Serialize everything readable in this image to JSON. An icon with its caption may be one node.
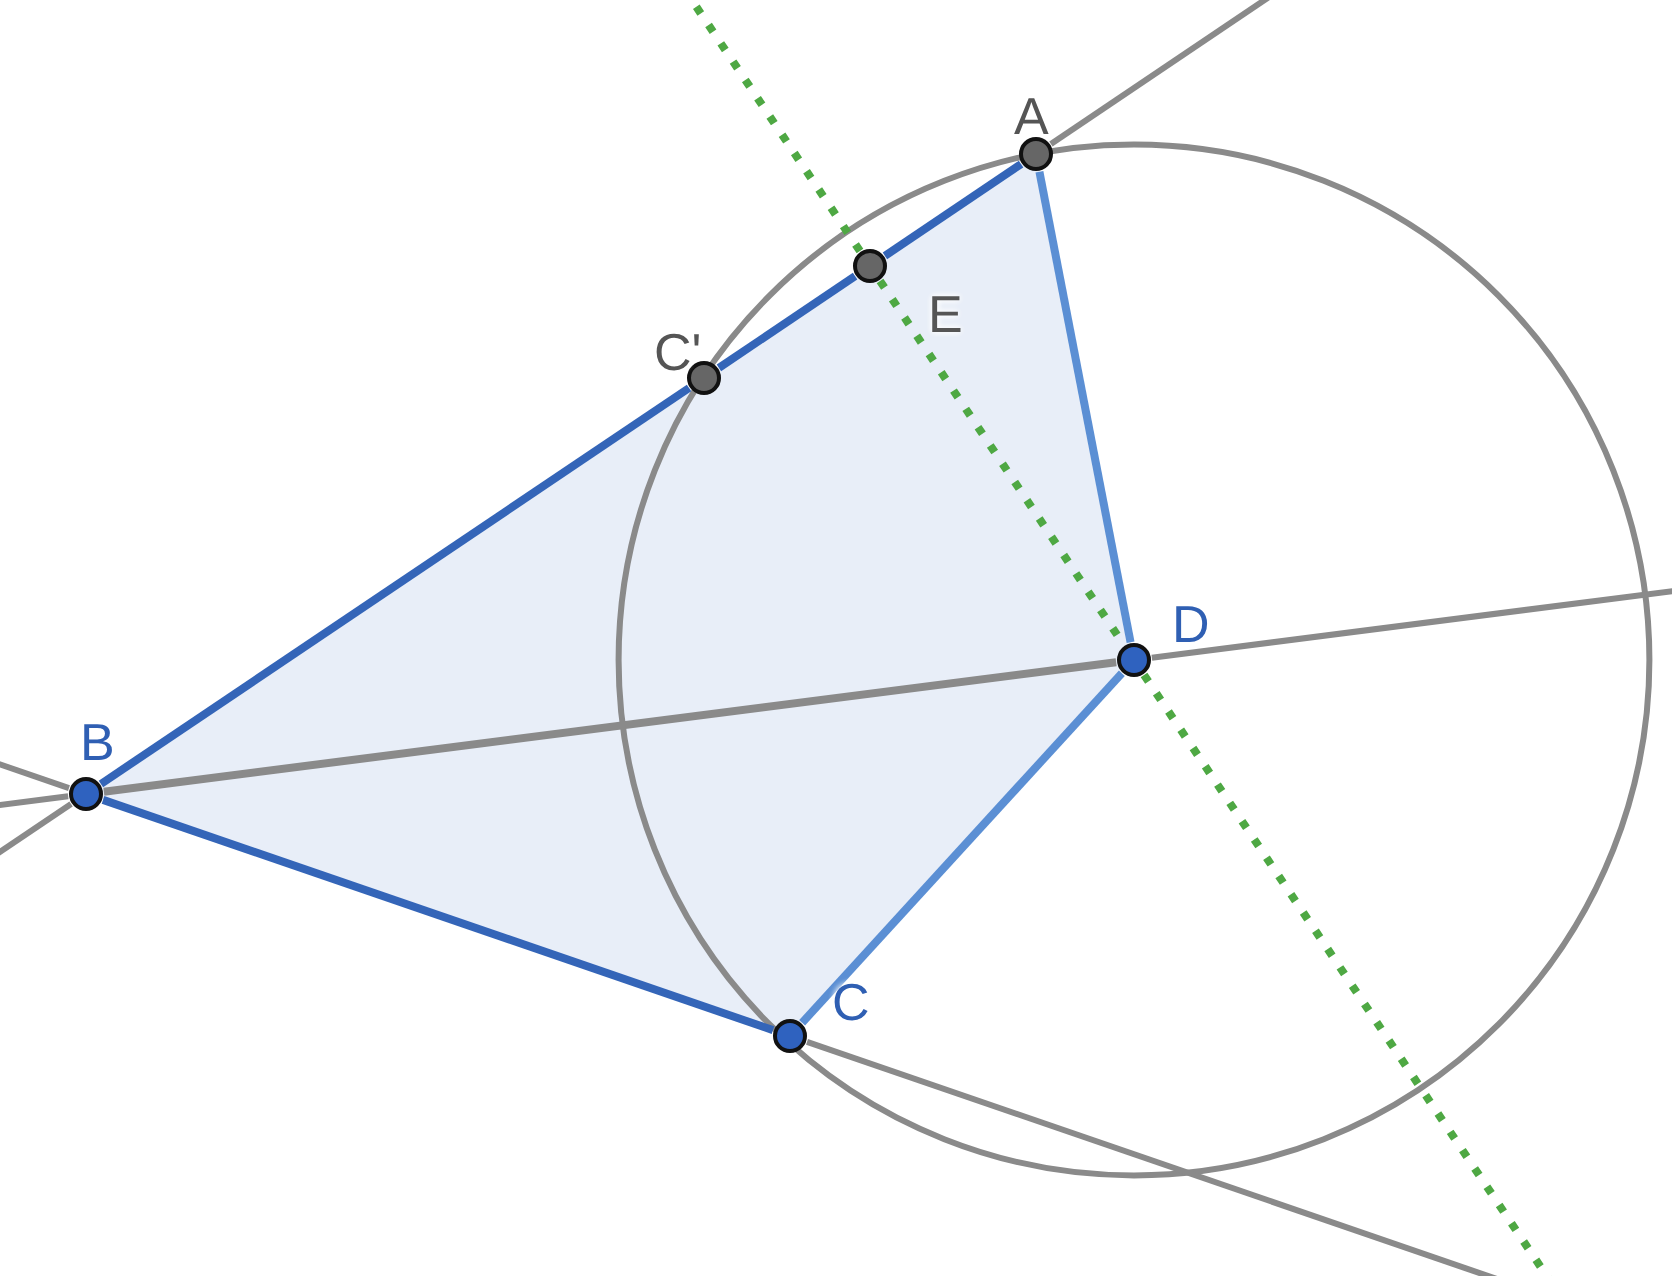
{
  "diagram": {
    "nodes": [
      {
        "text": [
          "A"
        ]
      },
      {
        "text": [
          "E"
        ]
      },
      {
        "text": [
          "C'"
        ]
      },
      {
        "text": [
          "B"
        ]
      },
      {
        "text": [
          "D"
        ]
      },
      {
        "text": [
          "C"
        ]
      }
    ],
    "edges": [
      {
        "from": 3,
        "to": 2,
        "arrow": "none"
      },
      {
        "from": 2,
        "to": 1,
        "arrow": "none"
      },
      {
        "from": 1,
        "to": 0,
        "arrow": "none"
      },
      {
        "from": 0,
        "to": 4,
        "arrow": "none",
        "color": "#5b8fd4"
      },
      {
        "from": 4,
        "to": 5,
        "arrow": "none",
        "color": "#5b8fd4"
      },
      {
        "from": 5,
        "to": 3,
        "arrow": "none"
      },
      {
        "from": 3,
        "to": 4,
        "arrow": "none",
        "color": "#8a8a8a"
      },
      {
        "from": 1,
        "to": 4,
        "arrow": "none",
        "style": "dashed",
        "color": "#4ea843"
      }
    ]
  }
}
